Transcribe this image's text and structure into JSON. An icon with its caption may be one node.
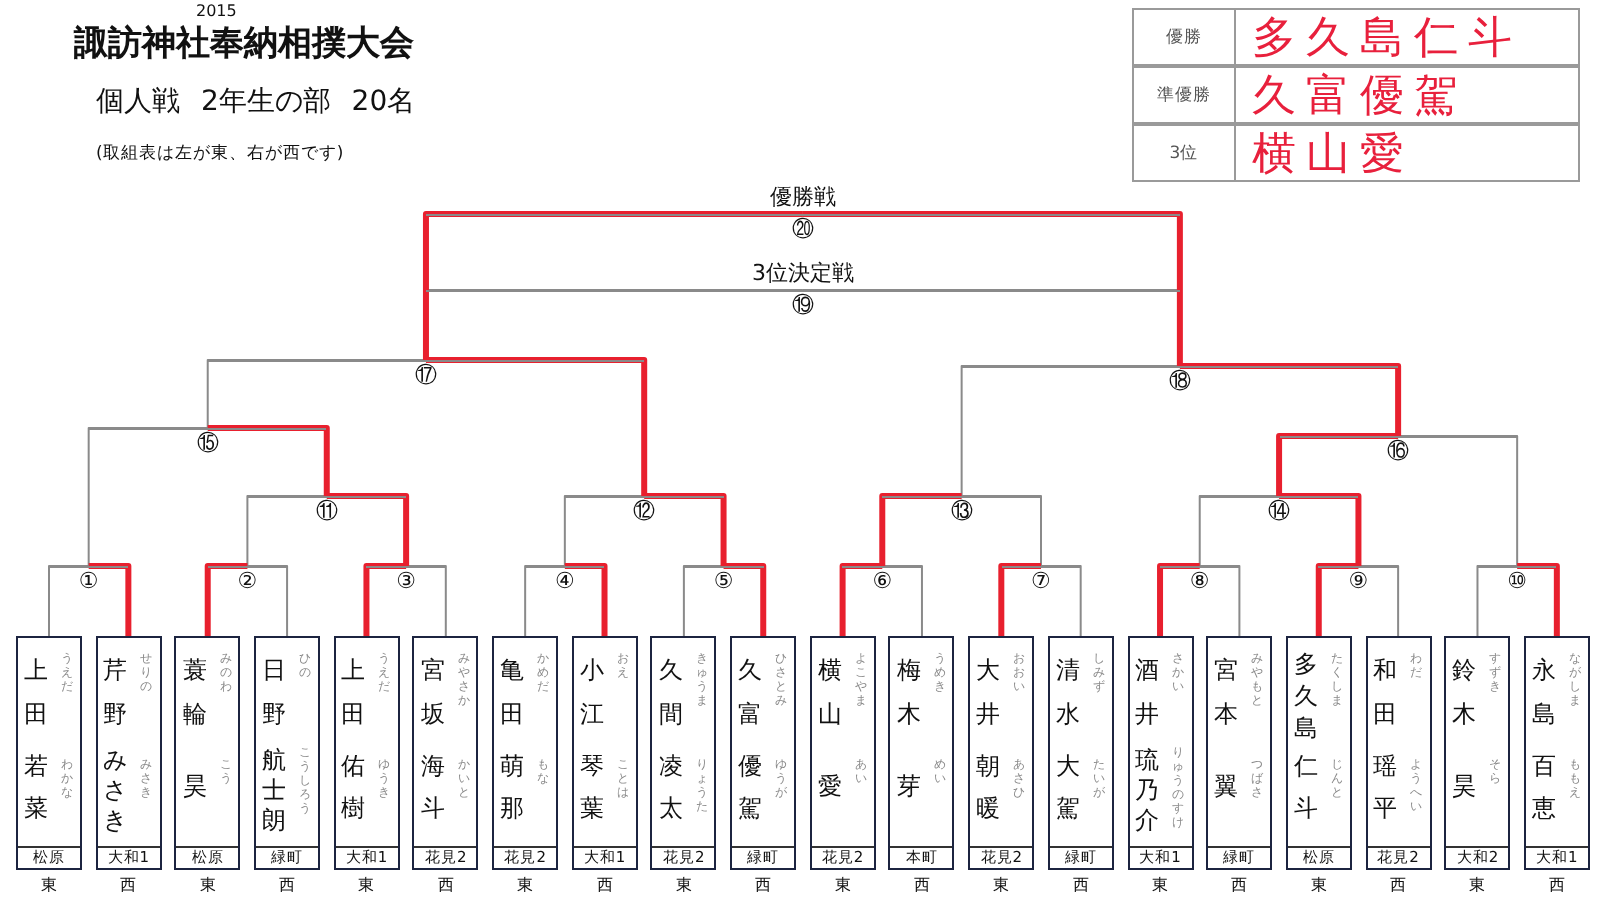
{
  "diagram": {
    "title": "諏訪神社奉納相撲大会",
    "nodes": [
      {
        "text": [
          "⑳"
        ],
        "beside": [
          "優勝戦"
        ]
      },
      {
        "text": [
          "⑲"
        ],
        "beside": [
          "3位決定戦"
        ]
      },
      {
        "text": [
          "⑰"
        ]
      },
      {
        "text": [
          "⑱"
        ]
      },
      {
        "text": [
          "⑮"
        ]
      },
      {
        "text": [
          "⑯"
        ]
      },
      {
        "text": [
          "⑪"
        ]
      },
      {
        "text": [
          "⑫"
        ]
      },
      {
        "text": [
          "⑬"
        ]
      },
      {
        "text": [
          "⑭"
        ]
      },
      {
        "text": [
          "①"
        ]
      },
      {
        "text": [
          "②"
        ]
      },
      {
        "text": [
          "③"
        ]
      },
      {
        "text": [
          "④"
        ]
      },
      {
        "text": [
          "⑤"
        ]
      },
      {
        "text": [
          "⑥"
        ]
      },
      {
        "text": [
          "⑦"
        ]
      },
      {
        "text": [
          "⑧"
        ]
      },
      {
        "text": [
          "⑨"
        ]
      },
      {
        "text": [
          "⑩"
        ]
      },
      {
        "text": [
          "上田",
          "うえだ",
          "若菜",
          "わかな",
          "松原"
        ],
        "beside": [
          "東"
        ]
      },
      {
        "text": [
          "芹野",
          "せりの",
          "みさき",
          "みさき",
          "大和1"
        ],
        "beside": [
          "西"
        ]
      },
      {
        "text": [
          "蓑輪",
          "みのわ",
          "昊",
          "こう",
          "松原"
        ],
        "beside": [
          "東"
        ]
      },
      {
        "text": [
          "日野",
          "ひの",
          "航士朗",
          "こうしろう",
          "緑町"
        ],
        "beside": [
          "西"
        ]
      },
      {
        "text": [
          "上田",
          "うえだ",
          "佑樹",
          "ゆうき",
          "大和1"
        ],
        "beside": [
          "東"
        ]
      },
      {
        "text": [
          "宮坂",
          "みやさか",
          "海斗",
          "かいと",
          "花見2"
        ],
        "beside": [
          "西"
        ]
      },
      {
        "text": [
          "亀田",
          "かめだ",
          "萌那",
          "もな",
          "花見2"
        ],
        "beside": [
          "東"
        ]
      },
      {
        "text": [
          "小江",
          "おえ",
          "琴葉",
          "ことは",
          "大和1"
        ],
        "beside": [
          "西"
        ]
      },
      {
        "text": [
          "久間",
          "きゅうま",
          "凌太",
          "りょうた",
          "花見2"
        ],
        "beside": [
          "東"
        ]
      },
      {
        "text": [
          "久富",
          "ひさとみ",
          "優駕",
          "ゆうが",
          "緑町"
        ],
        "beside": [
          "西"
        ]
      },
      {
        "text": [
          "横山",
          "よこやま",
          "愛",
          "あい",
          "花見2"
        ],
        "beside": [
          "東"
        ]
      },
      {
        "text": [
          "梅木",
          "うめき",
          "芽",
          "めい",
          "本町"
        ],
        "beside": [
          "西"
        ]
      },
      {
        "text": [
          "大井",
          "おおい",
          "朝暖",
          "あさひ",
          "花見2"
        ],
        "beside": [
          "東"
        ]
      },
      {
        "text": [
          "清水",
          "しみず",
          "大駕",
          "たいが",
          "緑町"
        ],
        "beside": [
          "西"
        ]
      },
      {
        "text": [
          "酒井",
          "さかい",
          "琉乃介",
          "りゅうのすけ",
          "大和1"
        ],
        "beside": [
          "東"
        ]
      },
      {
        "text": [
          "宮本",
          "みやもと",
          "翼",
          "つばさ",
          "緑町"
        ],
        "beside": [
          "西"
        ]
      },
      {
        "text": [
          "多久島",
          "たくしま",
          "仁斗",
          "じんと",
          "松原"
        ],
        "beside": [
          "東"
        ]
      },
      {
        "text": [
          "和田",
          "わだ",
          "瑶平",
          "ようへい",
          "花見2"
        ],
        "beside": [
          "西"
        ]
      },
      {
        "text": [
          "鈴木",
          "すずき",
          "昊",
          "そら",
          "大和2"
        ],
        "beside": [
          "東"
        ]
      },
      {
        "text": [
          "永島",
          "ながしま",
          "百恵",
          "ももえ",
          "大和1"
        ],
        "beside": [
          "西"
        ]
      }
    ],
    "edges": [
      {
        "from": 20,
        "to": 10,
        "arrow": "none"
      },
      {
        "from": 21,
        "to": 10,
        "arrow": "none",
        "style": "thick",
        "color": "#e8202e"
      },
      {
        "from": 22,
        "to": 11,
        "arrow": "none",
        "style": "thick",
        "color": "#e8202e"
      },
      {
        "from": 23,
        "to": 11,
        "arrow": "none"
      },
      {
        "from": 24,
        "to": 12,
        "arrow": "none",
        "style": "thick",
        "color": "#e8202e"
      },
      {
        "from": 25,
        "to": 12,
        "arrow": "none"
      },
      {
        "from": 26,
        "to": 13,
        "arrow": "none"
      },
      {
        "from": 27,
        "to": 13,
        "arrow": "none",
        "style": "thick",
        "color": "#e8202e"
      },
      {
        "from": 28,
        "to": 14,
        "arrow": "none"
      },
      {
        "from": 29,
        "to": 14,
        "arrow": "none",
        "style": "thick",
        "color": "#e8202e"
      },
      {
        "from": 30,
        "to": 15,
        "arrow": "none",
        "style": "thick",
        "color": "#e8202e"
      },
      {
        "from": 31,
        "to": 15,
        "arrow": "none"
      },
      {
        "from": 32,
        "to": 16,
        "arrow": "none",
        "style": "thick",
        "color": "#e8202e"
      },
      {
        "from": 33,
        "to": 16,
        "arrow": "none"
      },
      {
        "from": 34,
        "to": 17,
        "arrow": "none",
        "style": "thick",
        "color": "#e8202e"
      },
      {
        "from": 35,
        "to": 17,
        "arrow": "none"
      },
      {
        "from": 36,
        "to": 18,
        "arrow": "none",
        "style": "thick",
        "color": "#e8202e"
      },
      {
        "from": 37,
        "to": 18,
        "arrow": "none"
      },
      {
        "from": 38,
        "to": 19,
        "arrow": "none"
      },
      {
        "from": 39,
        "to": 19,
        "arrow": "none",
        "style": "thick",
        "color": "#e8202e"
      },
      {
        "from": 11,
        "to": 6,
        "arrow": "none"
      },
      {
        "from": 12,
        "to": 6,
        "arrow": "none",
        "style": "thick",
        "color": "#e8202e"
      },
      {
        "from": 13,
        "to": 7,
        "arrow": "none"
      },
      {
        "from": 14,
        "to": 7,
        "arrow": "none",
        "style": "thick",
        "color": "#e8202e"
      },
      {
        "from": 15,
        "to": 8,
        "arrow": "none",
        "style": "thick",
        "color": "#e8202e"
      },
      {
        "from": 16,
        "to": 8,
        "arrow": "none"
      },
      {
        "from": 17,
        "to": 9,
        "arrow": "none"
      },
      {
        "from": 18,
        "to": 9,
        "arrow": "none",
        "style": "thick",
        "color": "#e8202e"
      },
      {
        "from": 10,
        "to": 4,
        "arrow": "none"
      },
      {
        "from": 6,
        "to": 4,
        "arrow": "none",
        "style": "thick",
        "color": "#e8202e"
      },
      {
        "from": 9,
        "to": 5,
        "arrow": "none",
        "style": "thick",
        "color": "#e8202e"
      },
      {
        "from": 19,
        "to": 5,
        "arrow": "none"
      },
      {
        "from": 4,
        "to": 2,
        "arrow": "none"
      },
      {
        "from": 7,
        "to": 2,
        "arrow": "none",
        "style": "thick",
        "color": "#e8202e"
      },
      {
        "from": 8,
        "to": 3,
        "arrow": "none"
      },
      {
        "from": 5,
        "to": 3,
        "arrow": "none",
        "style": "thick",
        "color": "#e8202e"
      },
      {
        "from": 2,
        "to": 0,
        "arrow": "none",
        "style": "thick",
        "color": "#e8202e"
      },
      {
        "from": 3,
        "to": 0,
        "arrow": "none",
        "style": "thick",
        "color": "#e8202e"
      },
      {
        "from": 2,
        "to": 1,
        "arrow": "none"
      },
      {
        "from": 3,
        "to": 1,
        "arrow": "none"
      }
    ],
    "labels": [
      "2015",
      "個人戦 2年生の部 20名",
      "(取組表は左が東、右が西です)",
      "優勝",
      "多久島仁斗",
      "準優勝",
      "久富優駕",
      "3位",
      "横山愛"
    ]
  }
}
